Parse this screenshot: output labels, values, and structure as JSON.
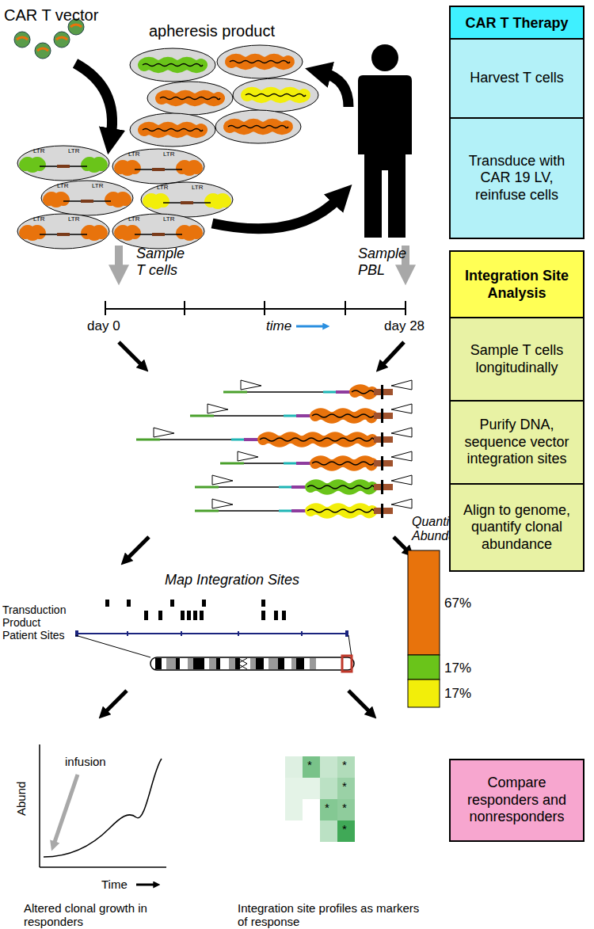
{
  "diagram": {
    "nodes": [
      {
        "text": [
          "CAR T Therapy"
        ]
      },
      {
        "text": [
          "Harvest T cells"
        ],
        "in": 0
      },
      {
        "text": [
          "Transduce with CAR 19 LV, reinfuse cells"
        ],
        "in": 0
      },
      {
        "text": [
          "Integration Site Analysis"
        ]
      },
      {
        "text": [
          "Sample T cells longitudinally"
        ],
        "in": 3
      },
      {
        "text": [
          "Purify DNA, sequence vector integration sites"
        ],
        "in": 3
      },
      {
        "text": [
          "Align to genome, quantify clonal abundance"
        ],
        "in": 3
      },
      {
        "text": [
          "Compare responders and nonresponders"
        ]
      }
    ],
    "labels": [
      "CAR T vector",
      "apheresis product",
      "LTR",
      "LTR",
      "LTR",
      "LTR",
      "LTR",
      "LTR",
      "LTR",
      "LTR",
      "LTR",
      "LTR",
      "LTR",
      "LTR",
      "Sample T cells",
      "Sample PBL",
      "day 0",
      "time",
      "day 28",
      "Quantify Abundance",
      "67%",
      "17%",
      "17%",
      "Map Integration Sites",
      "Transduction Product",
      "Patient Sites",
      "infusion",
      "Abund",
      "Time",
      "Altered clonal growth in responders",
      "Integration site profiles as markers of response",
      "*",
      "*",
      "*",
      "*",
      "*",
      "*"
    ]
  }
}
